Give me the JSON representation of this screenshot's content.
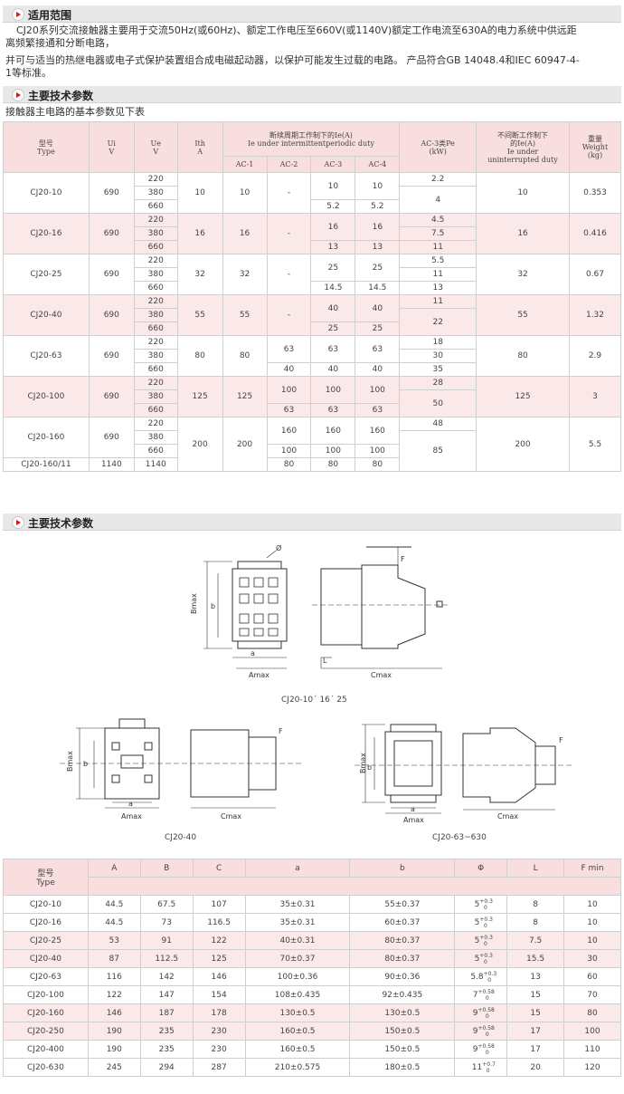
{
  "section1": {
    "title": "适用范围",
    "lines": [
      "CJ20系列交流接触器主要用于交流50Hz(或60Hz)、额定工作电压至660V(或1140V)额定工作电流至630A的电力系统中供远距",
      "离频繁接通和分断电路，",
      "并可与适当的热继电器或电子式保护装置组合成电磁起动器，以保护可能发生过载的电路。 产品符合GB 14048.4和IEC 60947-4-",
      "1等标准。"
    ]
  },
  "section2": {
    "title": "主要技术参数",
    "caption": "接触器主电路的基本参数见下表"
  },
  "table1": {
    "headers": {
      "type": "型号\nType",
      "ui": "Ui\nV",
      "ue": "Ue\nV",
      "ith": "Ith\nA",
      "ie_group": "断续周期工作制下的Ie(A)\nIe under intermittentperiodic duty",
      "ac1": "AC-1",
      "ac2": "AC-2",
      "ac3": "AC-3",
      "ac4": "AC-4",
      "pe": "AC-3类Pe\n(kW)",
      "uninterrupted": "不间断工作制下\n的Ie(A)\nIe under\nuninterrupted duty",
      "weight": "重量\nWeight\n(kg)"
    },
    "rows": [
      {
        "type": "CJ20-10",
        "ui": "690",
        "ue": [
          "220",
          "380",
          "660"
        ],
        "ith": "10",
        "ac1": "10",
        "ac2": "-",
        "ac3": [
          "10",
          "5.2"
        ],
        "ac4": [
          "10",
          "5.2"
        ],
        "pe": [
          "2.2",
          "4"
        ],
        "unint": "10",
        "weight": "0.353"
      },
      {
        "type": "CJ20-16",
        "ui": "690",
        "ue": [
          "220",
          "380",
          "660"
        ],
        "ith": "16",
        "ac1": "16",
        "ac2": "-",
        "ac3": [
          "16",
          "13"
        ],
        "ac4": [
          "16",
          "13"
        ],
        "pe": [
          "4.5",
          "7.5",
          "11"
        ],
        "unint": "16",
        "weight": "0.416"
      },
      {
        "type": "CJ20-25",
        "ui": "690",
        "ue": [
          "220",
          "380",
          "660"
        ],
        "ith": "32",
        "ac1": "32",
        "ac2": "-",
        "ac3": [
          "25",
          "14.5"
        ],
        "ac4": [
          "25",
          "14.5"
        ],
        "pe": [
          "5.5",
          "11",
          "13"
        ],
        "unint": "32",
        "weight": "0.67"
      },
      {
        "type": "CJ20-40",
        "ui": "690",
        "ue": [
          "220",
          "380",
          "660"
        ],
        "ith": "55",
        "ac1": "55",
        "ac2": "-",
        "ac3": [
          "40",
          "25"
        ],
        "ac4": [
          "40",
          "25"
        ],
        "pe": [
          "11",
          "22"
        ],
        "unint": "55",
        "weight": "1.32"
      },
      {
        "type": "CJ20-63",
        "ui": "690",
        "ue": [
          "220",
          "380",
          "660"
        ],
        "ith": "80",
        "ac1": "80",
        "ac2": [
          "63",
          "40"
        ],
        "ac3": [
          "63",
          "40"
        ],
        "ac4": [
          "63",
          "40"
        ],
        "pe": [
          "18",
          "30",
          "35"
        ],
        "unint": "80",
        "weight": "2.9"
      },
      {
        "type": "CJ20-100",
        "ui": "690",
        "ue": [
          "220",
          "380",
          "660"
        ],
        "ith": "125",
        "ac1": "125",
        "ac2": [
          "100",
          "63"
        ],
        "ac3": [
          "100",
          "63"
        ],
        "ac4": [
          "100",
          "63"
        ],
        "pe": [
          "28",
          "50"
        ],
        "unint": "125",
        "weight": "3"
      },
      {
        "type": "CJ20-160",
        "ui": "690",
        "ue": [
          "220",
          "380",
          "660"
        ],
        "ac2": [
          "160",
          "100"
        ],
        "ac3": [
          "160",
          "100"
        ],
        "ac4": [
          "160",
          "100"
        ]
      },
      {
        "type": "CJ20-160/11",
        "ui": "1140",
        "ue": [
          "1140"
        ],
        "ac2": [
          "80"
        ],
        "ac3": [
          "80"
        ],
        "ac4": [
          "80"
        ]
      }
    ],
    "merged_160": {
      "ith": "200",
      "ac1": "200",
      "pe": [
        "48",
        "85"
      ],
      "unint": "200",
      "weight": "5.5"
    }
  },
  "section3": {
    "title": "主要技术参数"
  },
  "drawings": {
    "cap1": "CJ20-10´ 16´ 25",
    "cap2": "CJ20-40",
    "cap3": "CJ20-63~630",
    "labels": {
      "bmax": "Bmax",
      "b": "b",
      "a": "a",
      "amax": "Amax",
      "cmax": "Cmax",
      "l": "L",
      "f": "F",
      "phi": "Ø"
    }
  },
  "table2": {
    "headers": {
      "type": "型号\nType",
      "A": "A",
      "B": "B",
      "C": "C",
      "a": "a",
      "b": "b",
      "phi": "Φ",
      "L": "L",
      "F": "F min"
    },
    "rows": [
      {
        "type": "CJ20-10",
        "A": "44.5",
        "B": "67.5",
        "C": "107",
        "a": "35±0.31",
        "b": "55±0.37",
        "phi": "5",
        "phi_sup": "+0.3",
        "phi_sub": "0",
        "L": "8",
        "F": "10"
      },
      {
        "type": "CJ20-16",
        "A": "44.5",
        "B": "73",
        "C": "116.5",
        "a": "35±0.31",
        "b": "60±0.37",
        "phi": "5",
        "phi_sup": "+0.3",
        "phi_sub": "0",
        "L": "8",
        "F": "10"
      },
      {
        "type": "CJ20-25",
        "A": "53",
        "B": "91",
        "C": "122",
        "a": "40±0.31",
        "b": "80±0.37",
        "phi": "5",
        "phi_sup": "+0.3",
        "phi_sub": "0",
        "L": "7.5",
        "F": "10"
      },
      {
        "type": "CJ20-40",
        "A": "87",
        "B": "112.5",
        "C": "125",
        "a": "70±0.37",
        "b": "80±0.37",
        "phi": "5",
        "phi_sup": "+0.3",
        "phi_sub": "0",
        "L": "15.5",
        "F": "30"
      },
      {
        "type": "CJ20-63",
        "A": "116",
        "B": "142",
        "C": "146",
        "a": "100±0.36",
        "b": "90±0.36",
        "phi": "5.8",
        "phi_sup": "+0.3",
        "phi_sub": "0",
        "L": "13",
        "F": "60"
      },
      {
        "type": "CJ20-100",
        "A": "122",
        "B": "147",
        "C": "154",
        "a": "108±0.435",
        "b": "92±0.435",
        "phi": "7",
        "phi_sup": "+0.58",
        "phi_sub": "0",
        "L": "15",
        "F": "70"
      },
      {
        "type": "CJ20-160",
        "A": "146",
        "B": "187",
        "C": "178",
        "a": "130±0.5",
        "b": "130±0.5",
        "phi": "9",
        "phi_sup": "+0.58",
        "phi_sub": "0",
        "L": "15",
        "F": "80"
      },
      {
        "type": "CJ20-250",
        "A": "190",
        "B": "235",
        "C": "230",
        "a": "160±0.5",
        "b": "150±0.5",
        "phi": "9",
        "phi_sup": "+0.58",
        "phi_sub": "0",
        "L": "17",
        "F": "100"
      },
      {
        "type": "CJ20-400",
        "A": "190",
        "B": "235",
        "C": "230",
        "a": "160±0.5",
        "b": "150±0.5",
        "phi": "9",
        "phi_sup": "+0.58",
        "phi_sub": "0",
        "L": "17",
        "F": "110"
      },
      {
        "type": "CJ20-630",
        "A": "245",
        "B": "294",
        "C": "287",
        "a": "210±0.575",
        "b": "180±0.5",
        "phi": "11",
        "phi_sup": "+0.7",
        "phi_sub": "0",
        "L": "20",
        "F": "120"
      }
    ]
  }
}
